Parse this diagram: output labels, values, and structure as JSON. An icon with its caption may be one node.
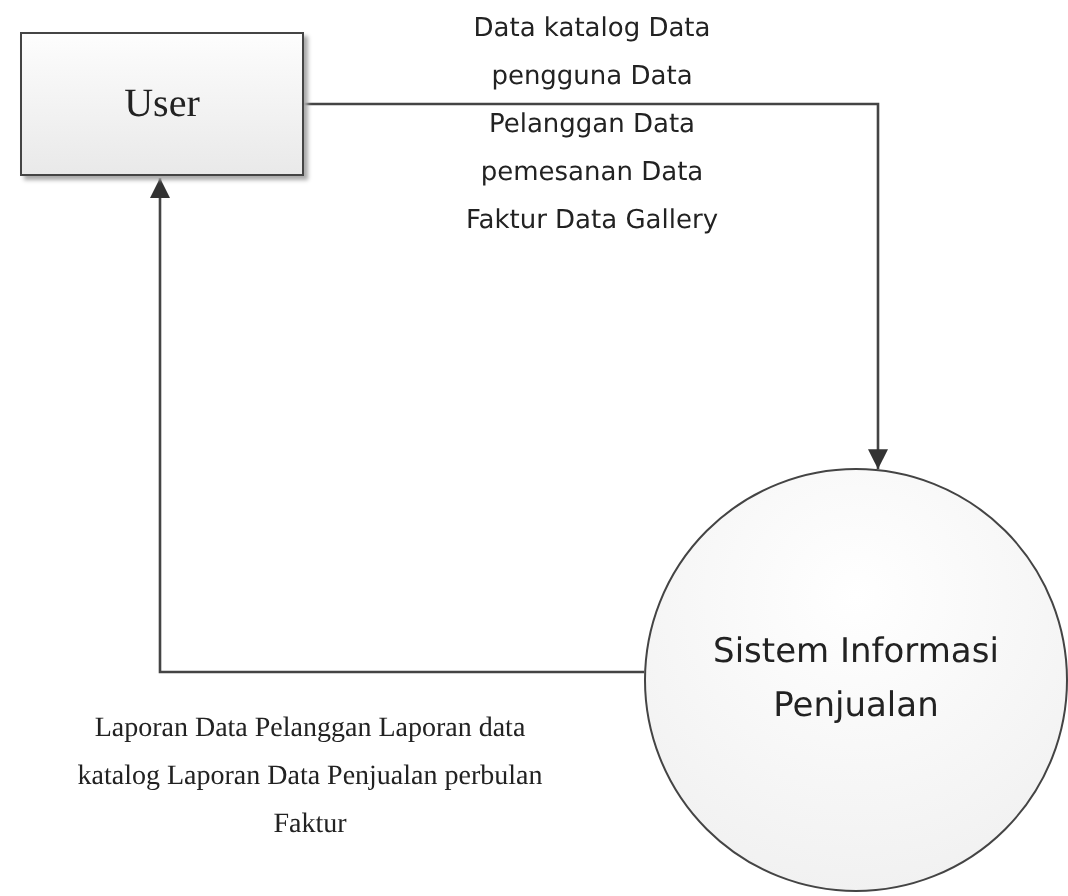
{
  "diagram": {
    "nodes": [
      {
        "text": [
          "User"
        ]
      },
      {
        "text": [
          "Sistem Informasi Penjualan"
        ]
      }
    ],
    "edges": [
      {
        "from": 0,
        "to": 1,
        "arrow": "to",
        "label": "Data katalog Data pengguna Data Pelanggan Data pemesanan Data Faktur Data Gallery"
      },
      {
        "from": 1,
        "to": 0,
        "arrow": "to",
        "label": "Laporan Data Pelanggan Laporan data katalog Laporan Data Penjualan perbulan Faktur"
      }
    ]
  }
}
